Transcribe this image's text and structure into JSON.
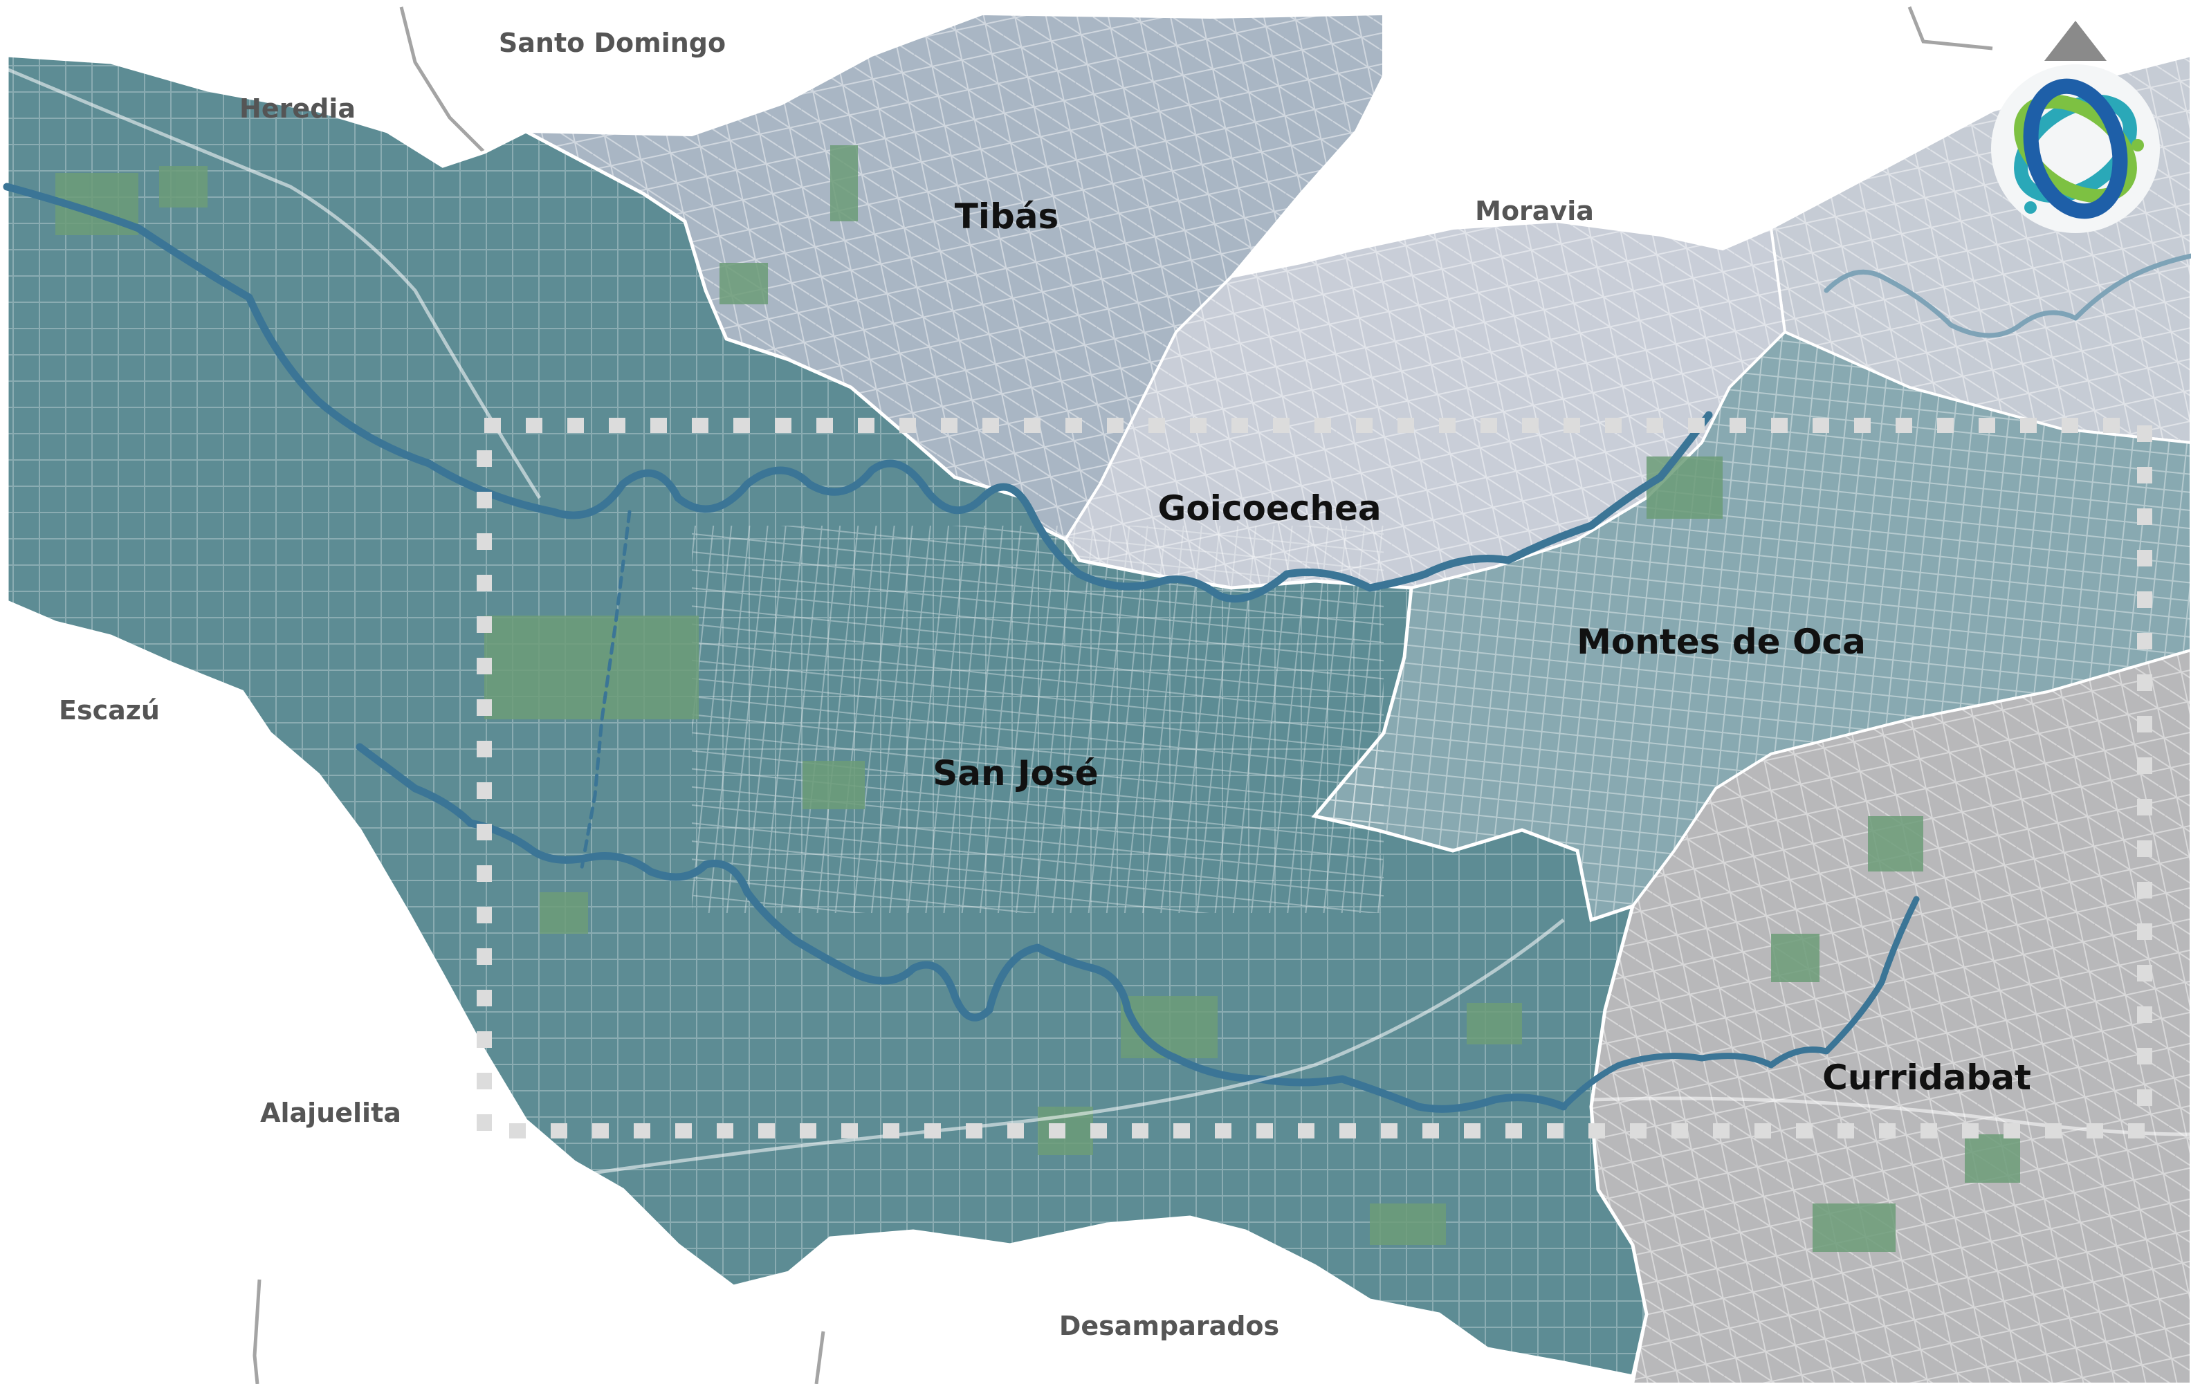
{
  "labels": {
    "san_jose": "San José",
    "tibas": "Tibás",
    "goicoechea": "Goicoechea",
    "montes_de_oca": "Montes de Oca",
    "curridabat": "Curridabat",
    "santo_domingo": "Santo Domingo",
    "heredia": "Heredia",
    "moravia": "Moravia",
    "escazu": "Escazú",
    "alajuelita": "Alajuelita",
    "desamparados": "Desamparados"
  },
  "colors": {
    "san_jose": "#5d8c94",
    "tibas": "#a9b6c4",
    "goicoechea": "#c9ced8",
    "montes_de_oca": "#88a9b1",
    "curridabat": "#b8b8ba",
    "east_top": "#c6ccd5",
    "park_green": "#6c9c78",
    "river": "#3b7596",
    "dotted_frame": "#dcdcdc",
    "logo_blue": "#1e5fa8",
    "logo_green": "#7dc142",
    "logo_teal": "#2aa8b8"
  },
  "icons": {
    "north_arrow": "triangle-up",
    "logo": "interlocking-rings"
  }
}
